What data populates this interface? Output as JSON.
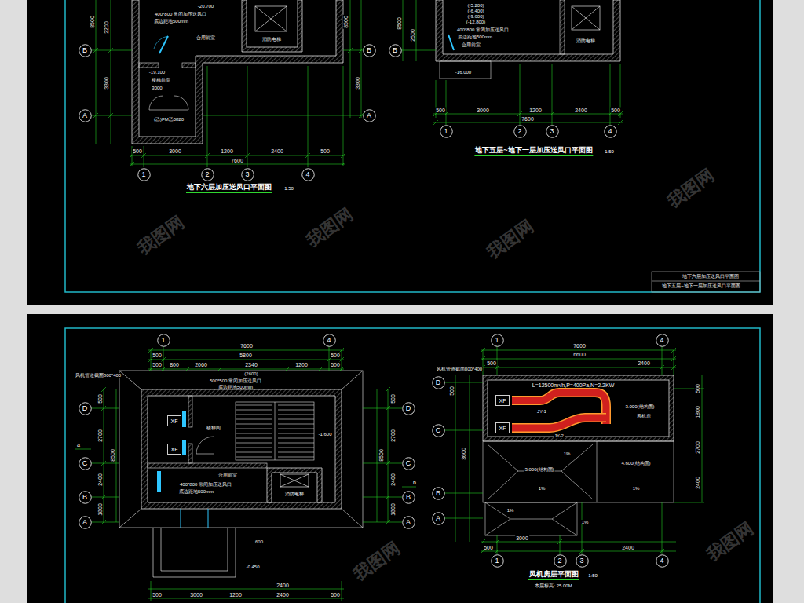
{
  "diagram": {
    "nodes": [
      {
        "text": [
          "B"
        ]
      },
      {
        "text": [
          "B"
        ]
      },
      {
        "text": [
          "A"
        ]
      },
      {
        "text": [
          "A"
        ]
      },
      {
        "text": [
          "1"
        ]
      },
      {
        "text": [
          "2"
        ]
      },
      {
        "text": [
          "3"
        ]
      },
      {
        "text": [
          "4"
        ]
      },
      {
        "text": [
          "B"
        ]
      },
      {
        "text": [
          "1"
        ]
      },
      {
        "text": [
          "2"
        ]
      },
      {
        "text": [
          "3"
        ]
      },
      {
        "text": [
          "4"
        ]
      },
      {
        "text": [
          "1"
        ]
      },
      {
        "text": [
          "4"
        ]
      },
      {
        "text": [
          "D"
        ]
      },
      {
        "text": [
          "C"
        ]
      },
      {
        "text": [
          "B"
        ]
      },
      {
        "text": [
          "A"
        ]
      },
      {
        "text": [
          "D"
        ]
      },
      {
        "text": [
          "C"
        ]
      },
      {
        "text": [
          "B"
        ]
      },
      {
        "text": [
          "A"
        ]
      },
      {
        "text": [
          "XF"
        ]
      },
      {
        "text": [
          "XF"
        ]
      },
      {
        "text": [
          "1"
        ]
      },
      {
        "text": [
          "4"
        ]
      },
      {
        "text": [
          "D"
        ]
      },
      {
        "text": [
          "C"
        ]
      },
      {
        "text": [
          "B"
        ]
      },
      {
        "text": [
          "A"
        ]
      },
      {
        "text": [
          "XF"
        ]
      },
      {
        "text": [
          "XF"
        ]
      },
      {
        "text": [
          "1"
        ]
      },
      {
        "text": [
          "2"
        ]
      },
      {
        "text": [
          "3"
        ]
      },
      {
        "text": [
          "4"
        ]
      }
    ],
    "labels": [
      "8500",
      "2200",
      "3300",
      "8500",
      "3300",
      "-20.700",
      "400*800 常闭加压送风口",
      "底边距地500mm",
      "合用前室",
      "消防电梯",
      "-19.100",
      "楼梯前室",
      "3000",
      "(乙)FM乙0820",
      "500",
      "3000",
      "1200",
      "2400",
      "500",
      "7600",
      "地下六层加压送风口平面图",
      "1:50",
      "8500",
      "2500",
      "(-5.200)",
      "(-6.400)",
      "(-9.600)",
      "(-12.800)",
      "400*800 常闭加压送风口",
      "底边距地500mm",
      "合用前室",
      "消防电梯",
      "-16.000",
      "500",
      "3000",
      "1200",
      "2400",
      "500",
      "7600",
      "地下五层~地下一层加压送风口平面图",
      "1:50",
      "地下六层加压送风口平面图",
      "地下五层~地下一层加压送风口平面图",
      "7600",
      "500",
      "5800",
      "500",
      "500",
      "800",
      "2060",
      "2340",
      "1200",
      "500",
      "(2600)",
      "风机管道截面800*400",
      "500*500 常闭加压送风口",
      "底边距地500mm",
      "楼梯间",
      "-1.600",
      "合用前室",
      "400*800 常闭加压送风口",
      "底边距地500mm",
      "消防电梯",
      "a",
      "b",
      "-0.450",
      "600",
      "500",
      "2700",
      "2400",
      "1800",
      "8500",
      "500",
      "2700",
      "2400",
      "1800",
      "8500",
      "2400",
      "500",
      "3000",
      "1200",
      "2400",
      "500",
      "7600",
      "6600",
      "500",
      "2400",
      "风机管道截面800*400",
      "L=12500m³/h,P=400Pa,N=2.2KW",
      "JY-1",
      "JY-2",
      "3.000(结构面)",
      "风机房",
      "3.000(结构面)",
      "1%",
      "4.600(结构面)",
      "1%",
      "1%",
      "1%",
      "3600",
      "500",
      "3000",
      "1%",
      "500",
      "2400",
      "风机房层平面图",
      "1:50",
      "本层标高: 25.00M",
      "500",
      "1800",
      "2700",
      "2400",
      "我图网",
      "我图网",
      "我图网",
      "我图网",
      "我图网",
      "我图网"
    ]
  }
}
